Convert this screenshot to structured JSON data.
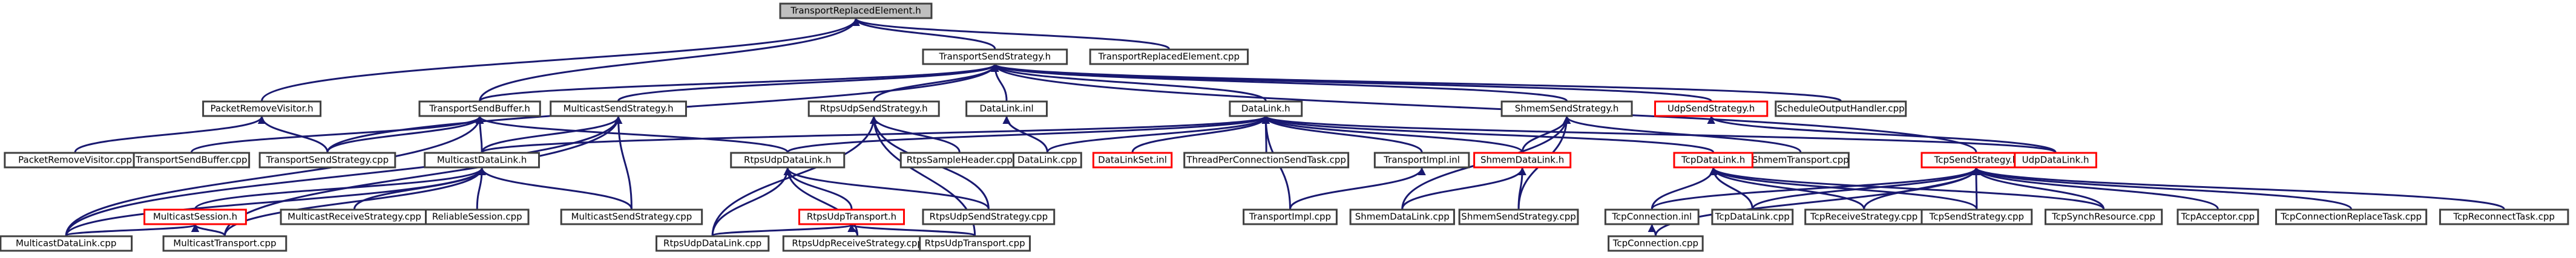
{
  "diagram": {
    "title": "",
    "colors": {
      "edge": "#191970",
      "node_border": "#404040",
      "node_border_missing": "#ff0000",
      "root_fill": "#bfbfbf",
      "node_fill": "#ffffff",
      "text": "#000000"
    },
    "nodes": [
      {
        "id": "root",
        "label": "TransportReplacedElement.h",
        "role": "root"
      },
      {
        "id": "tss_h",
        "label": "TransportSendStrategy.h"
      },
      {
        "id": "tre_cpp",
        "label": "TransportReplacedElement.cpp"
      },
      {
        "id": "prv_h",
        "label": "PacketRemoveVisitor.h"
      },
      {
        "id": "tsb_h",
        "label": "TransportSendBuffer.h"
      },
      {
        "id": "mss_h",
        "label": "MulticastSendStrategy.h"
      },
      {
        "id": "rss_h",
        "label": "RtpsUdpSendStrategy.h"
      },
      {
        "id": "dl_inl",
        "label": "DataLink.inl"
      },
      {
        "id": "dl_h",
        "label": "DataLink.h"
      },
      {
        "id": "sss_h",
        "label": "ShmemSendStrategy.h"
      },
      {
        "id": "uss_h",
        "label": "UdpSendStrategy.h",
        "missing": true
      },
      {
        "id": "soh_cpp",
        "label": "ScheduleOutputHandler.cpp"
      },
      {
        "id": "prv_cpp",
        "label": "PacketRemoveVisitor.cpp"
      },
      {
        "id": "tsb_cpp",
        "label": "TransportSendBuffer.cpp"
      },
      {
        "id": "tss_cpp",
        "label": "TransportSendStrategy.cpp"
      },
      {
        "id": "mdl_h",
        "label": "MulticastDataLink.h"
      },
      {
        "id": "rudl_h",
        "label": "RtpsUdpDataLink.h"
      },
      {
        "id": "rsh_cpp",
        "label": "RtpsSampleHeader.cpp"
      },
      {
        "id": "dl_cpp",
        "label": "DataLink.cpp"
      },
      {
        "id": "dls_inl",
        "label": "DataLinkSet.inl",
        "missing": true
      },
      {
        "id": "tpcst_cpp",
        "label": "ThreadPerConnectionSendTask.cpp"
      },
      {
        "id": "ti_inl",
        "label": "TransportImpl.inl"
      },
      {
        "id": "sdl_h",
        "label": "ShmemDataLink.h",
        "missing": true
      },
      {
        "id": "st_cpp",
        "label": "ShmemTransport.cpp"
      },
      {
        "id": "tdl_h",
        "label": "TcpDataLink.h",
        "missing": true
      },
      {
        "id": "tcss_h",
        "label": "TcpSendStrategy.h",
        "missing": true
      },
      {
        "id": "udl_h",
        "label": "UdpDataLink.h",
        "missing": true
      },
      {
        "id": "ms_h",
        "label": "MulticastSession.h",
        "missing": true
      },
      {
        "id": "mrs_cpp",
        "label": "MulticastReceiveStrategy.cpp"
      },
      {
        "id": "rs_cpp",
        "label": "ReliableSession.cpp"
      },
      {
        "id": "mss_cpp",
        "label": "MulticastSendStrategy.cpp"
      },
      {
        "id": "rut_h",
        "label": "RtpsUdpTransport.h",
        "missing": true
      },
      {
        "id": "russ_cpp",
        "label": "RtpsUdpSendStrategy.cpp"
      },
      {
        "id": "ti_cpp",
        "label": "TransportImpl.cpp"
      },
      {
        "id": "sdl_cpp",
        "label": "ShmemDataLink.cpp"
      },
      {
        "id": "sss_cpp",
        "label": "ShmemSendStrategy.cpp"
      },
      {
        "id": "tc_inl",
        "label": "TcpConnection.inl"
      },
      {
        "id": "tdl_cpp",
        "label": "TcpDataLink.cpp"
      },
      {
        "id": "trs_cpp",
        "label": "TcpReceiveStrategy.cpp"
      },
      {
        "id": "tcss_cpp",
        "label": "TcpSendStrategy.cpp"
      },
      {
        "id": "tsr_cpp",
        "label": "TcpSynchResource.cpp"
      },
      {
        "id": "ta_cpp",
        "label": "TcpAcceptor.cpp"
      },
      {
        "id": "tcrt_cpp",
        "label": "TcpConnectionReplaceTask.cpp"
      },
      {
        "id": "trt_cpp",
        "label": "TcpReconnectTask.cpp"
      },
      {
        "id": "mdl_cpp",
        "label": "MulticastDataLink.cpp"
      },
      {
        "id": "mt_cpp",
        "label": "MulticastTransport.cpp"
      },
      {
        "id": "rudl_cpp",
        "label": "RtpsUdpDataLink.cpp"
      },
      {
        "id": "rurs_cpp",
        "label": "RtpsUdpReceiveStrategy.cpp"
      },
      {
        "id": "rut_cpp",
        "label": "RtpsUdpTransport.cpp"
      },
      {
        "id": "tc_cpp",
        "label": "TcpConnection.cpp"
      }
    ],
    "edges": [
      [
        "root",
        "tss_h"
      ],
      [
        "root",
        "tre_cpp"
      ],
      [
        "root",
        "prv_h"
      ],
      [
        "root",
        "tsb_h"
      ],
      [
        "tss_h",
        "tsb_h"
      ],
      [
        "tss_h",
        "mss_h"
      ],
      [
        "tss_h",
        "rss_h"
      ],
      [
        "tss_h",
        "dl_inl"
      ],
      [
        "tss_h",
        "dl_h"
      ],
      [
        "tss_h",
        "sss_h"
      ],
      [
        "tss_h",
        "uss_h"
      ],
      [
        "tss_h",
        "soh_cpp"
      ],
      [
        "tss_h",
        "tss_cpp"
      ],
      [
        "tss_h",
        "tcss_h"
      ],
      [
        "prv_h",
        "prv_cpp"
      ],
      [
        "prv_h",
        "tss_cpp"
      ],
      [
        "tsb_h",
        "tsb_cpp"
      ],
      [
        "tsb_h",
        "tss_cpp"
      ],
      [
        "tsb_h",
        "mdl_h"
      ],
      [
        "tsb_h",
        "rudl_h"
      ],
      [
        "tsb_h",
        "mdl_cpp"
      ],
      [
        "mss_h",
        "mdl_h"
      ],
      [
        "mss_h",
        "mss_cpp"
      ],
      [
        "mss_h",
        "mt_cpp"
      ],
      [
        "mss_h",
        "mdl_cpp"
      ],
      [
        "rss_h",
        "rudl_cpp"
      ],
      [
        "rss_h",
        "rsh_cpp"
      ],
      [
        "rss_h",
        "russ_cpp"
      ],
      [
        "rss_h",
        "rut_cpp"
      ],
      [
        "dl_inl",
        "dl_cpp"
      ],
      [
        "dl_h",
        "mdl_h"
      ],
      [
        "dl_h",
        "rudl_h"
      ],
      [
        "dl_h",
        "dl_cpp"
      ],
      [
        "dl_h",
        "dls_inl"
      ],
      [
        "dl_h",
        "tpcst_cpp"
      ],
      [
        "dl_h",
        "ti_inl"
      ],
      [
        "dl_h",
        "sdl_h"
      ],
      [
        "dl_h",
        "tdl_h"
      ],
      [
        "dl_h",
        "udl_h"
      ],
      [
        "dl_h",
        "ti_cpp"
      ],
      [
        "sss_h",
        "sdl_h"
      ],
      [
        "sss_h",
        "st_cpp"
      ],
      [
        "sss_h",
        "sdl_cpp"
      ],
      [
        "sss_h",
        "sss_cpp"
      ],
      [
        "uss_h",
        "udl_h"
      ],
      [
        "tcss_h",
        "tc_inl"
      ],
      [
        "tcss_h",
        "tdl_cpp"
      ],
      [
        "tcss_h",
        "trs_cpp"
      ],
      [
        "tcss_h",
        "tcss_cpp"
      ],
      [
        "tcss_h",
        "tsr_cpp"
      ],
      [
        "tcss_h",
        "ta_cpp"
      ],
      [
        "tcss_h",
        "tcrt_cpp"
      ],
      [
        "tcss_h",
        "trt_cpp"
      ],
      [
        "tcss_h",
        "tc_cpp"
      ],
      [
        "mdl_h",
        "ms_h"
      ],
      [
        "mdl_h",
        "mrs_cpp"
      ],
      [
        "mdl_h",
        "rs_cpp"
      ],
      [
        "mdl_h",
        "mss_cpp"
      ],
      [
        "mdl_h",
        "mdl_cpp"
      ],
      [
        "mdl_h",
        "mt_cpp"
      ],
      [
        "ms_h",
        "mdl_cpp"
      ],
      [
        "ms_h",
        "mt_cpp"
      ],
      [
        "rudl_h",
        "rut_h"
      ],
      [
        "rudl_h",
        "russ_cpp"
      ],
      [
        "rudl_h",
        "rudl_cpp"
      ],
      [
        "rudl_h",
        "rurs_cpp"
      ],
      [
        "rut_h",
        "rudl_cpp"
      ],
      [
        "rut_h",
        "rurs_cpp"
      ],
      [
        "rut_h",
        "rut_cpp"
      ],
      [
        "ti_inl",
        "ti_cpp"
      ],
      [
        "sdl_h",
        "sdl_cpp"
      ],
      [
        "sdl_h",
        "sss_cpp"
      ],
      [
        "tdl_h",
        "tc_inl"
      ],
      [
        "tdl_h",
        "tdl_cpp"
      ],
      [
        "tdl_h",
        "trs_cpp"
      ],
      [
        "tdl_h",
        "tcss_cpp"
      ],
      [
        "tdl_h",
        "tsr_cpp"
      ],
      [
        "tc_inl",
        "tc_cpp"
      ]
    ]
  }
}
